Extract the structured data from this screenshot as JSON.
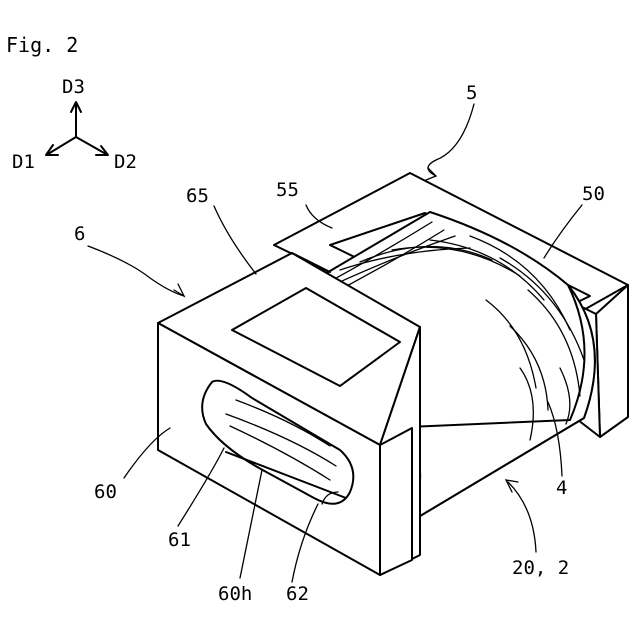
{
  "figure": {
    "title": "Fig. 2"
  },
  "axes": {
    "d1": "D1",
    "d2": "D2",
    "d3": "D3"
  },
  "labels": {
    "core_upper": "5",
    "core_upper_side": "55",
    "core_upper_leg": "50",
    "core_lower": "6",
    "core_lower_top": "65",
    "core_lower_front": "60",
    "hole_part_a": "61",
    "hole": "60h",
    "hole_part_b": "62",
    "coil": "4",
    "coil_assembly": "20, 2"
  }
}
